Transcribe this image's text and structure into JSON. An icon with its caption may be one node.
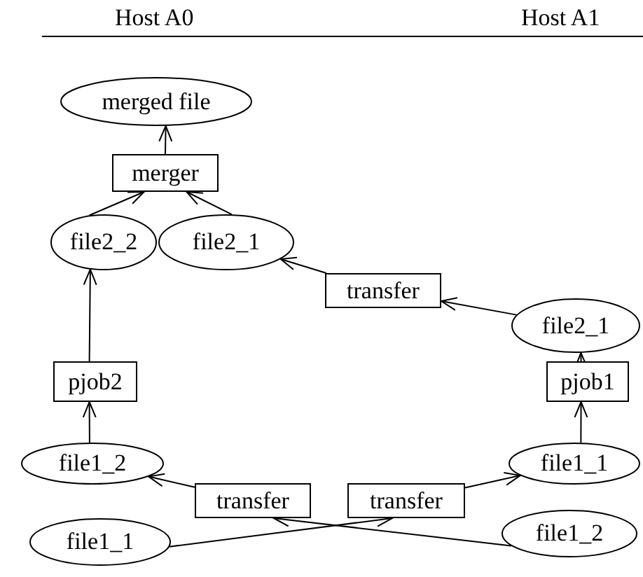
{
  "diagram": {
    "nodes": [
      {
        "text": [
          "merged file"
        ]
      },
      {
        "text": [
          "merger"
        ]
      },
      {
        "text": [
          "file2_2"
        ]
      },
      {
        "text": [
          "file2_1"
        ]
      },
      {
        "text": [
          "transfer"
        ]
      },
      {
        "text": [
          "file2_1"
        ]
      },
      {
        "text": [
          "pjob2"
        ]
      },
      {
        "text": [
          "pjob1"
        ]
      },
      {
        "text": [
          "file1_2"
        ]
      },
      {
        "text": [
          "file1_1"
        ]
      },
      {
        "text": [
          "transfer"
        ]
      },
      {
        "text": [
          "transfer"
        ]
      },
      {
        "text": [
          "file1_1"
        ]
      },
      {
        "text": [
          "file1_2"
        ]
      }
    ],
    "edges": [
      {
        "from": 1,
        "to": 0,
        "arrow": "to"
      },
      {
        "from": 2,
        "to": 1,
        "arrow": "to"
      },
      {
        "from": 3,
        "to": 1,
        "arrow": "to"
      },
      {
        "from": 5,
        "to": 4,
        "arrow": "to"
      },
      {
        "from": 4,
        "to": 3,
        "arrow": "to"
      },
      {
        "from": 6,
        "to": 2,
        "arrow": "to"
      },
      {
        "from": 7,
        "to": 5,
        "arrow": "to"
      },
      {
        "from": 8,
        "to": 6,
        "arrow": "to"
      },
      {
        "from": 9,
        "to": 7,
        "arrow": "to"
      },
      {
        "from": 10,
        "to": 8,
        "arrow": "to"
      },
      {
        "from": 11,
        "to": 9,
        "arrow": "to"
      },
      {
        "from": 12,
        "to": 11,
        "arrow": "to"
      },
      {
        "from": 13,
        "to": 10,
        "arrow": "to"
      }
    ],
    "labels": [
      "Host A0",
      "Host A1"
    ]
  }
}
